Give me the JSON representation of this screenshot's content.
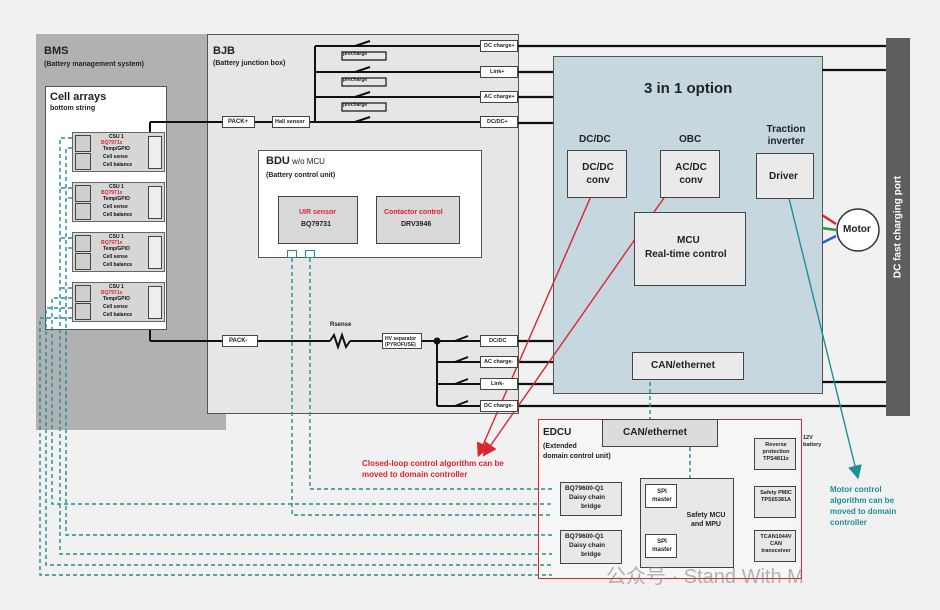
{
  "bms": {
    "title": "BMS",
    "subtitle": "(Battery management system)"
  },
  "cells": {
    "title": "Cell arrays",
    "subtitle": "bottom string",
    "csu_label": "CSU 1",
    "chip": "BQ7971x",
    "rows": [
      "Temp/GPIO",
      "Cell sense",
      "Cell balance"
    ],
    "count": 4
  },
  "bjb": {
    "title": "BJB",
    "subtitle": "(Battery junction box)",
    "precharge": "precharge",
    "pack_plus": "PACK+",
    "pack_minus": "PACK-",
    "hall": "Hall sensor",
    "r_sense": "Rsense",
    "hv_sep": "HV separator (PYROFUSE)",
    "ports_top": [
      "DC charge+",
      "Link+",
      "AC charge+",
      "DC/DC+"
    ],
    "ports_bottom": [
      "DC/DC",
      "AC charge-",
      "Link-",
      "DC charge-"
    ]
  },
  "bdu": {
    "title": "BDU",
    "title_suffix": " w/o MCU",
    "subtitle": "(Battery control unit)",
    "uir_label": "UIR sensor",
    "uir_part": "BQ79731",
    "contactor_label": "Contactor control",
    "contactor_part": "DRV3946"
  },
  "three_in_one": {
    "title": "3 in 1 option",
    "dcdc_header": "DC/DC",
    "dcdc_box": "DC/DC conv",
    "obc_header": "OBC",
    "obc_box": "AC/DC conv",
    "traction_header": "Traction inverter",
    "driver": "Driver",
    "mcu": "MCU",
    "mcu_sub": "Real-time control",
    "can": "CAN/ethernet"
  },
  "motor": "Motor",
  "dc_fast_port": "DC fast charging port",
  "edcu": {
    "title": "EDCU",
    "subtitle_1": "(Extended",
    "subtitle_2": "domain control unit)",
    "can": "CAN/ethernet",
    "bridge_part": "BQ79600-Q1",
    "bridge_sub_1": "Daisy chain",
    "bridge_sub_2": "bridge",
    "spi": "SPI master",
    "safety_mcu": "Safety MCU and MPU",
    "reverse": "Reverse protection TPS4811x",
    "battery12v": "12V battery",
    "pmic": "Safety PMIC TPS65381A",
    "tcan": "TCAN1044V CAN transceiver"
  },
  "annotations": {
    "closed_loop": "Closed-loop control algorithm can be moved to domain controller",
    "motor_ctrl": "Motor control algorithm can be moved to domain controller"
  },
  "watermark": "公众号 · Stand With M",
  "colors": {
    "bms_bg": "#b0b1b3",
    "bjb_bg": "#e4e4e5",
    "three_in_one_bg": "#c7d7e0",
    "red": "#d8262f",
    "teal": "#1e8f96"
  }
}
